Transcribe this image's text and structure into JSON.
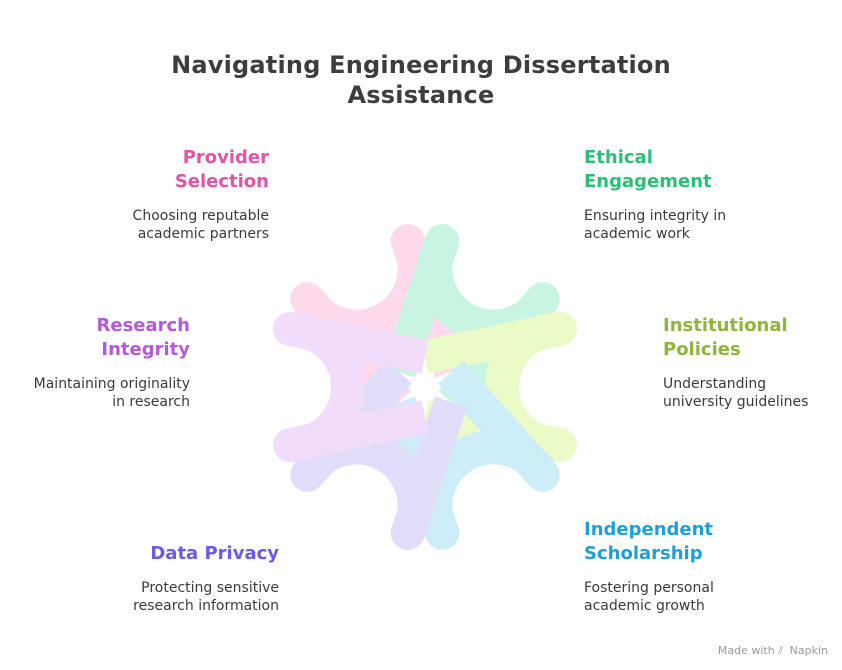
{
  "title": "Navigating Engineering Dissertation Assistance",
  "items": [
    {
      "heading": "Provider Selection",
      "desc": "Choosing reputable academic partners",
      "color": "#e154a6",
      "fill": "#ffd9ec"
    },
    {
      "heading": "Ethical Engagement",
      "desc": "Ensuring integrity in academic work",
      "color": "#2cbf7a",
      "fill": "#c8f5e1"
    },
    {
      "heading": "Institutional Policies",
      "desc": "Understanding university guidelines",
      "color": "#8fb53b",
      "fill": "#eafbc8"
    },
    {
      "heading": "Independent Scholarship",
      "desc": "Fostering personal academic growth",
      "color": "#1f9fd6",
      "fill": "#cdeef9"
    },
    {
      "heading": "Data Privacy",
      "desc": "Protecting sensitive research information",
      "color": "#6a5be2",
      "fill": "#e2dcfb"
    },
    {
      "heading": "Research Integrity",
      "desc": "Maintaining originality in research",
      "color": "#b45ad9",
      "fill": "#f1dcfb"
    }
  ],
  "footer": {
    "made_with": "Made with",
    "brand": "Napkin",
    "icon": "napkin-logo-icon"
  }
}
